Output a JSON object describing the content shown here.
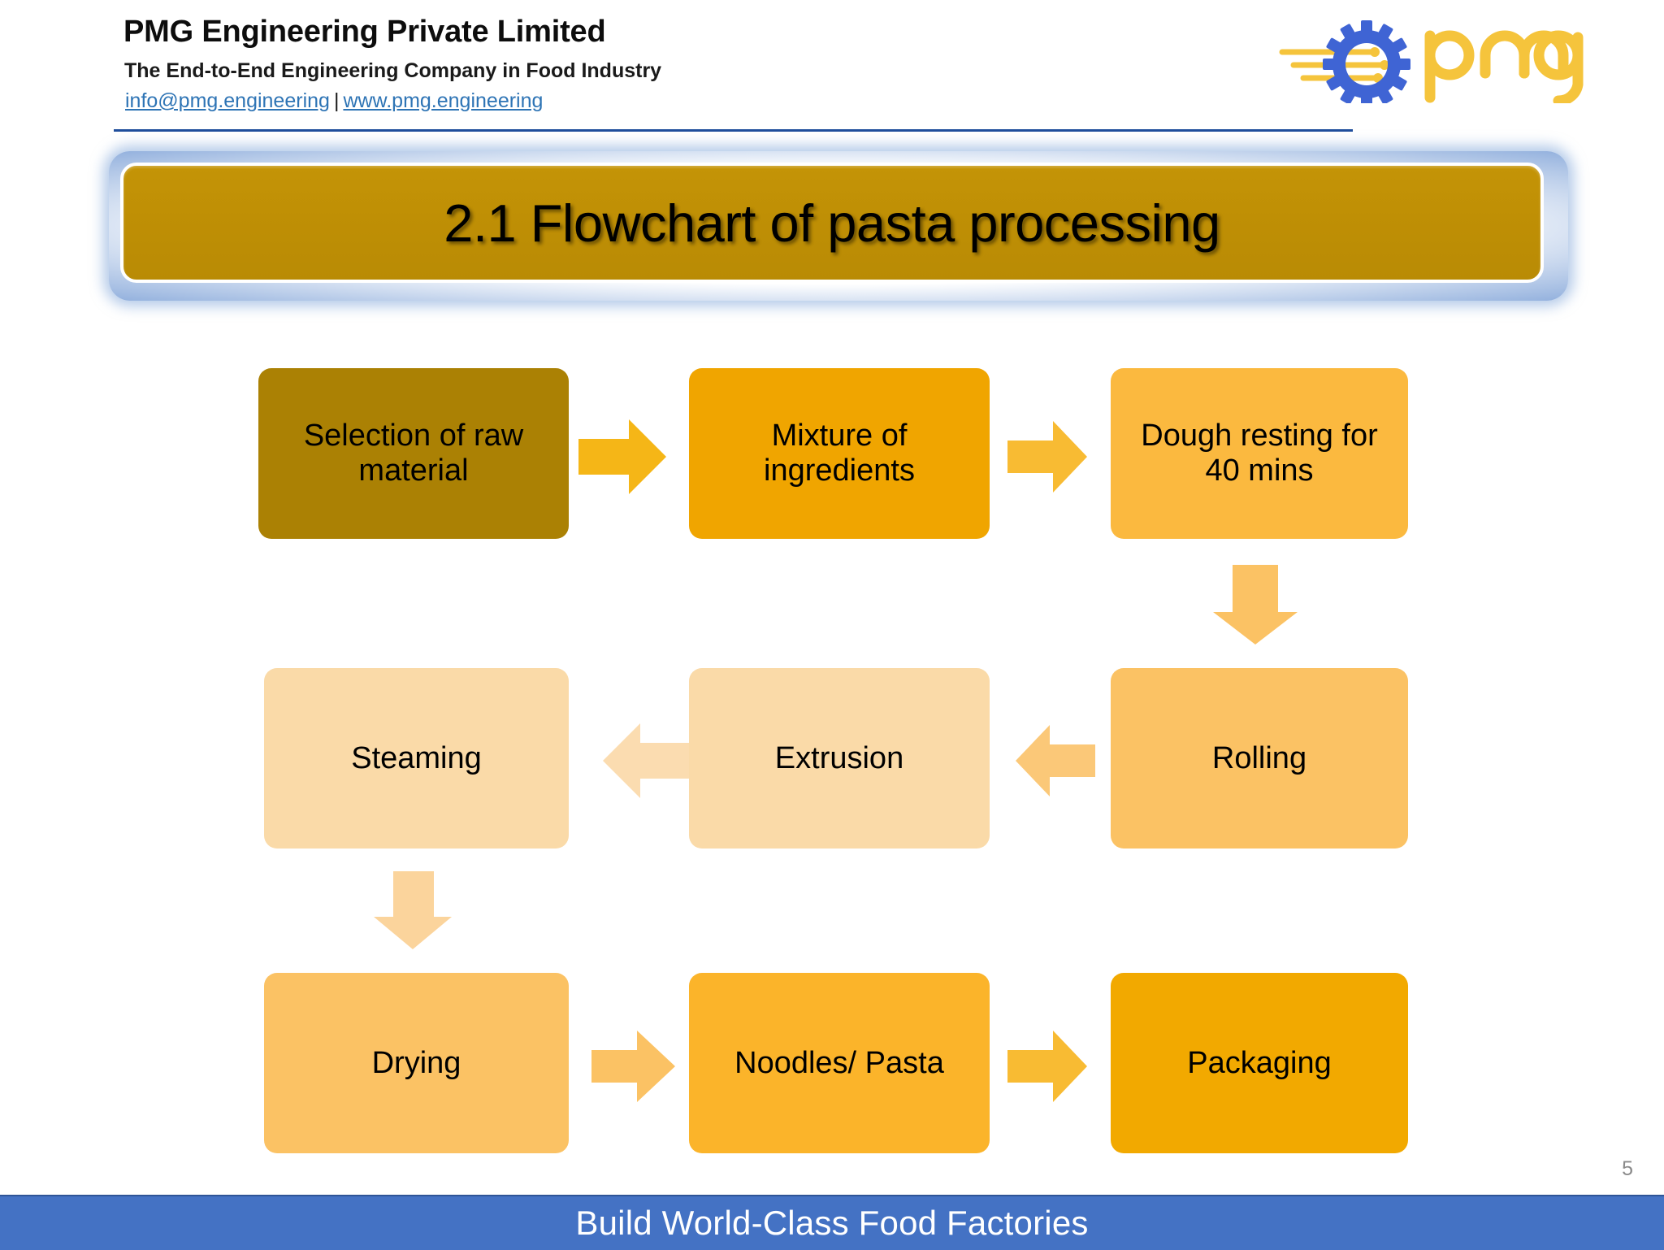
{
  "header": {
    "company_name": "PMG Engineering Private Limited",
    "tagline": "The End-to-End Engineering Company in Food Industry",
    "email": "info@pmg.engineering",
    "separator": "|",
    "website": "www.pmg.engineering",
    "logo_text": "pmg",
    "logo_icon": "gear-speedlines-icon",
    "link_color": "#2e74b5",
    "rule_color": "#1f4e9c"
  },
  "title": {
    "text": "2.1 Flowchart of pasta processing",
    "banner_color": "#bf8f05",
    "banner_border_color": "#ffffff",
    "glow_color": "#6e96d2"
  },
  "chart_data": {
    "type": "diagram",
    "title": "2.1 Flowchart of pasta processing",
    "nodes": [
      {
        "id": "n1",
        "label": "Selection of raw material",
        "row": 1,
        "col": 1,
        "color": "#ab8104"
      },
      {
        "id": "n2",
        "label": "Mixture of ingredients",
        "row": 1,
        "col": 2,
        "color": "#f0a500"
      },
      {
        "id": "n3",
        "label": "Dough resting for 40 mins",
        "row": 1,
        "col": 3,
        "color": "#fbb93f"
      },
      {
        "id": "n4",
        "label": "Steaming",
        "row": 2,
        "col": 1,
        "color": "#fadaa8"
      },
      {
        "id": "n5",
        "label": "Extrusion",
        "row": 2,
        "col": 2,
        "color": "#fadaa8"
      },
      {
        "id": "n6",
        "label": "Rolling",
        "row": 2,
        "col": 3,
        "color": "#fbc264"
      },
      {
        "id": "n7",
        "label": "Drying",
        "row": 3,
        "col": 1,
        "color": "#fbc264"
      },
      {
        "id": "n8",
        "label": "Noodles/ Pasta",
        "row": 3,
        "col": 2,
        "color": "#fbb42a"
      },
      {
        "id": "n9",
        "label": "Packaging",
        "row": 3,
        "col": 3,
        "color": "#f2a900"
      }
    ],
    "edges": [
      {
        "from": "n1",
        "to": "n2",
        "direction": "right",
        "color": "#f5b617"
      },
      {
        "from": "n2",
        "to": "n3",
        "direction": "right",
        "color": "#f8bb33"
      },
      {
        "from": "n3",
        "to": "n6",
        "direction": "down",
        "color": "#fbc264"
      },
      {
        "from": "n6",
        "to": "n5",
        "direction": "left",
        "color": "#fbc878"
      },
      {
        "from": "n5",
        "to": "n4",
        "direction": "left",
        "color": "#fbdcb0"
      },
      {
        "from": "n4",
        "to": "n7",
        "direction": "down",
        "color": "#fbd49c"
      },
      {
        "from": "n7",
        "to": "n8",
        "direction": "right",
        "color": "#fbc264"
      },
      {
        "from": "n8",
        "to": "n9",
        "direction": "right",
        "color": "#f8bb33"
      }
    ]
  },
  "footer": {
    "slogan": "Build World-Class Food Factories",
    "page_number": "5",
    "bar_color": "#4472c4"
  }
}
